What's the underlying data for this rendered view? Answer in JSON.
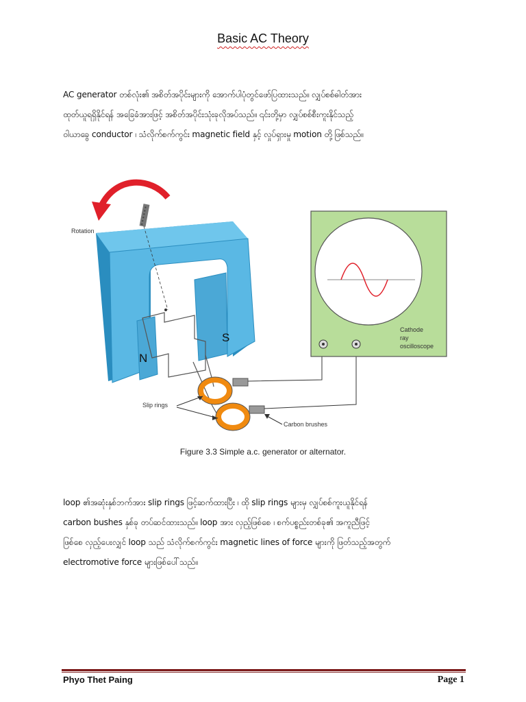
{
  "page": {
    "title": "Basic AC Theory"
  },
  "paragraph1": {
    "lines": [
      "AC generator တစ်လုံး၏ အစိတ်အပိုင်းများကို အောက်ပါပုံတွင်ဖော်ပြထားသည်။ လျှပ်စစ်ဓါတ်အား",
      "ထုတ်ယူရရှိနိုင်ရန် အခြေခံအားဖြင့် အစိတ်အပိုင်းသုံးခုလိုအပ်သည်။ ၎င်းတို့မှာ လျှပ်စစ်စီးကူးနိုင်သည့်",
      "ဝါယာခွေ conductor ၊ သံလိုက်စက်ကွင်း magnetic field နှင့် လှုပ်ရှားမှု motion တို့ဖြစ်သည်။"
    ]
  },
  "figure": {
    "labels": {
      "rotation": "Rotation",
      "north": "N",
      "south": "S",
      "slip_rings": "Slip rings",
      "carbon_brushes": "Carbon brushes",
      "scope_line1": "Cathode",
      "scope_line2": "ray",
      "scope_line3": "oscilloscope"
    },
    "colors": {
      "magnet": "#5ab8e4",
      "magnet_dark": "#2a8dbf",
      "scope_panel": "#b8dd9a",
      "wave": "#e0202a",
      "ring": "#f08a10",
      "arrow": "#e0202a"
    },
    "caption": "Figure 3.3 Simple a.c. generator or alternator."
  },
  "paragraph2": {
    "lines": [
      "loop ၏အဆုံးနှစ်ဘက်အား slip rings ဖြင့်ဆက်ထားပြီး ၊ ထို slip rings များမှ လျှပ်စစ်ကူးယူနိုင်ရန်",
      "carbon bushes နှစ်ခု တပ်ဆင်ထားသည်။ loop အား လှည့်ဖြစ်စေ ၊ စက်ပစ္စည်းတစ်ခု၏ အကူညီဖြင့်",
      "ဖြစ်စေ လှည့်ပေးလျှင် loop သည် သံလိုက်စက်ကွင်း magnetic lines of force များကို ဖြတ်သည့်အတွက်",
      "electromotive force များဖြစ်ပေါ်သည်။"
    ]
  },
  "footer": {
    "author": "Phyo Thet Paing",
    "page_label": "Page 1"
  }
}
